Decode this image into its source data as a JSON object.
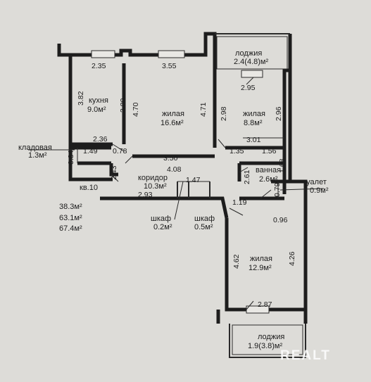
{
  "rooms": {
    "kitchen": {
      "name": "кухня",
      "area": "9.0м²"
    },
    "living_big": {
      "name": "жилая",
      "area": "16.6м²"
    },
    "living_small": {
      "name": "жилая",
      "area": "8.8м²"
    },
    "living_south": {
      "name": "жилая",
      "area": "12.9м²"
    },
    "corridor": {
      "name": "коридор",
      "area": "10.3м²"
    },
    "bathroom": {
      "name": "ванная",
      "area": "2.6м²"
    },
    "toilet": {
      "name": "туалет",
      "area": "0.9м²"
    },
    "pantry": {
      "name": "кладовая",
      "area": "1.3м²"
    },
    "closet_1": {
      "name": "шкаф",
      "area": "0.2м²"
    },
    "closet_2": {
      "name": "шкаф",
      "area": "0.5м²"
    },
    "loggia_top": {
      "name": "лоджия",
      "area": "2.4(4.8)м²"
    },
    "loggia_bottom": {
      "name": "лоджия",
      "area": "1.9(3.8)м²"
    }
  },
  "apartment": {
    "number": "кв.10",
    "areas": [
      "38.3м²",
      "63.1м²",
      "67.4м²"
    ]
  },
  "dimensions": {
    "d_235": "2.35",
    "d_355": "3.55",
    "d_382": "3.82",
    "d_380": "3.80",
    "d_470": "4.70",
    "d_471": "4.71",
    "d_298": "2.98",
    "d_296": "2.96",
    "d_295": "2.95",
    "d_236": "2.36",
    "d_149": "1.49",
    "d_078": "0.78",
    "d_084": "0.84",
    "d_350": "3.50",
    "d_408": "4.08",
    "d_243": "2.43",
    "d_301": "3.01",
    "d_135": "1.35",
    "d_156": "1.56",
    "d_168": "1.68",
    "d_261": "2.61",
    "d_147": "1.47",
    "d_293": "2.93",
    "d_119": "1.19",
    "d_079": "0.79",
    "d_096": "0.96",
    "d_462": "4.62",
    "d_426": "4.26",
    "d_287": "2.87"
  },
  "watermark": "REALT"
}
